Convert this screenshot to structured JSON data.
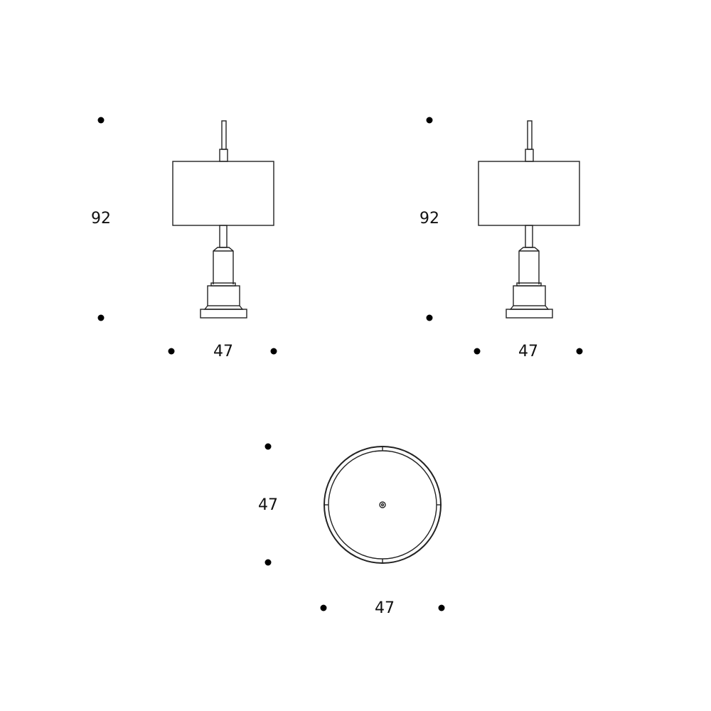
{
  "front_view": {
    "height_label": "92",
    "width_label": "47"
  },
  "side_view": {
    "height_label": "92",
    "width_label": "47"
  },
  "top_view": {
    "depth_label": "47",
    "width_label": "47"
  },
  "colors": {
    "line": "#222222",
    "background": "#ffffff"
  }
}
